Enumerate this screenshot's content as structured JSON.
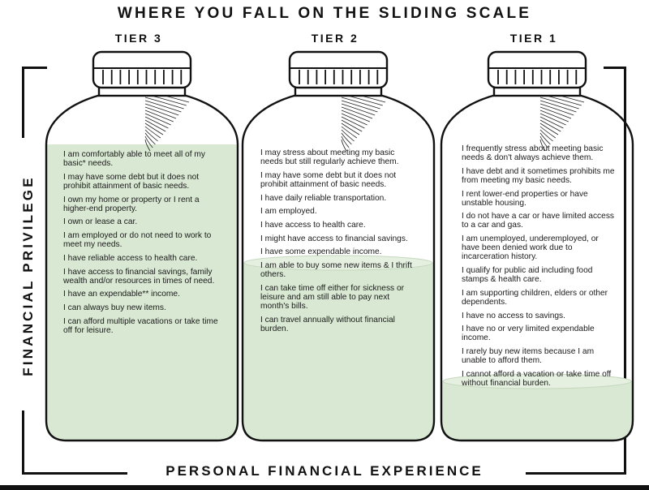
{
  "title": "WHERE YOU FALL ON THE SLIDING SCALE",
  "axis_left": "FINANCIAL PRIVILEGE",
  "axis_bottom": "PERSONAL FINANCIAL EXPERIENCE",
  "colors": {
    "fill": "#d8e8d2",
    "line": "#111111"
  },
  "tiers": [
    {
      "label": "TIER 3",
      "fill_level": 1.0,
      "items": [
        "I am comfortably able to meet all of my basic* needs.",
        "I may have some debt but it does not prohibit attainment of basic needs.",
        "I own my home or property or I rent a higher-end property.",
        "I own or lease a car.",
        "I am employed or do not need to work to meet my needs.",
        "I have reliable access to health care.",
        "I have access to financial savings, family wealth and/or resources in times of need.",
        "I have an expendable** income.",
        "I can always buy new items.",
        "I can afford multiple vacations or take time off for leisure."
      ]
    },
    {
      "label": "TIER 2",
      "fill_level": 0.6,
      "items": [
        "I may stress about meeting my basic needs but still regularly achieve them.",
        "I may have some debt but it does not prohibit attainment of basic needs.",
        "I have daily reliable transportation.",
        "I am employed.",
        "I have access to health care.",
        "I might have access to financial savings.",
        "I have some expendable income.",
        "I am able to buy some new items & I thrift others.",
        "I can take time off either for sickness or leisure and am still able to pay next month's bills.",
        "I can travel annually without financial burden."
      ]
    },
    {
      "label": "TIER 1",
      "fill_level": 0.2,
      "items": [
        "I frequently stress about meeting basic needs & don't always achieve them.",
        "I have debt and it sometimes prohibits me from meeting my basic needs.",
        "I rent lower-end properties or have unstable housing.",
        "I do not have a car or have limited access to a car and gas.",
        "I am unemployed, underemployed, or have been denied work due to incarceration history.",
        "I qualify for public aid including food stamps & health care.",
        "I am supporting children, elders or other dependents.",
        "I have no access to savings.",
        "I have no or very limited expendable income.",
        "I rarely buy new items because I am unable to afford them.",
        "I cannot afford a vacation or take time off without financial burden."
      ]
    }
  ]
}
